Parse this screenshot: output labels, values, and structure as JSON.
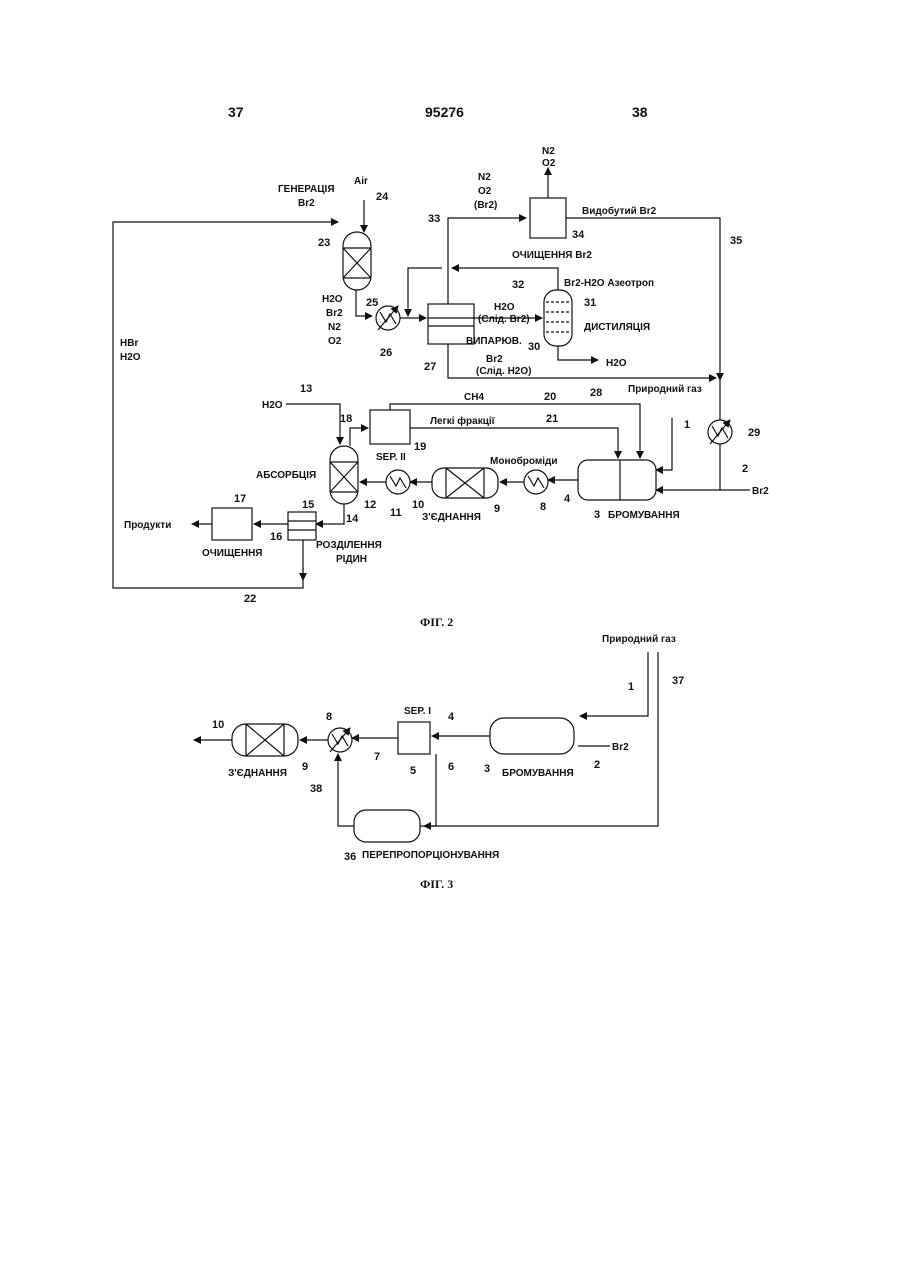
{
  "header": {
    "left_page": "37",
    "center_number": "95276",
    "right_page": "38"
  },
  "fig2": {
    "caption": "ФІГ. 2",
    "labels": {
      "generation": "ГЕНЕРАЦІЯ",
      "br2": "Br2",
      "air": "Air",
      "n2": "N2",
      "o2": "O2",
      "br2_paren": "(Br2)",
      "recovered_br2": "Видобутий Br2",
      "purification_br2": "ОЧИЩЕННЯ Br2",
      "azeotrope": "Br2-H2O Азеотроп",
      "h2o": "H2O",
      "h2o_trace": "(Слід. Br2)",
      "distillation": "ДИСТИЛЯЦІЯ",
      "evaporation": "ВИПАРЮВ.",
      "br2_trace_label": "Br2",
      "br2_trace": "(Слід. H2O)",
      "hbr": "HBr",
      "natural_gas": "Природний газ",
      "ch4": "CH4",
      "light_fractions": "Легкі фракції",
      "sep2": "SEP. II",
      "absorption": "АБСОРБЦІЯ",
      "monobromides": "Моноброміди",
      "bromination": "БРОМУВАННЯ",
      "coupling": "З'ЄДНАННЯ",
      "products": "Продукти",
      "purification": "ОЧИЩЕННЯ",
      "liquid_sep_1": "РОЗДІЛЕННЯ",
      "liquid_sep_2": "РІДИН"
    },
    "numbers": [
      "1",
      "2",
      "3",
      "4",
      "8",
      "9",
      "10",
      "11",
      "12",
      "13",
      "14",
      "15",
      "16",
      "17",
      "18",
      "19",
      "20",
      "21",
      "22",
      "23",
      "24",
      "25",
      "26",
      "27",
      "28",
      "29",
      "30",
      "31",
      "32",
      "33",
      "34",
      "35"
    ]
  },
  "fig3": {
    "caption": "ФІГ. 3",
    "labels": {
      "natural_gas": "Природний газ",
      "sep1": "SEP. I",
      "coupling": "З'ЄДНАННЯ",
      "bromination": "БРОМУВАННЯ",
      "br2": "Br2",
      "reproportionation": "ПЕРЕПРОПОРЦІОНУВАННЯ"
    },
    "numbers": [
      "1",
      "2",
      "3",
      "4",
      "5",
      "6",
      "7",
      "8",
      "9",
      "10",
      "36",
      "37",
      "38"
    ]
  }
}
